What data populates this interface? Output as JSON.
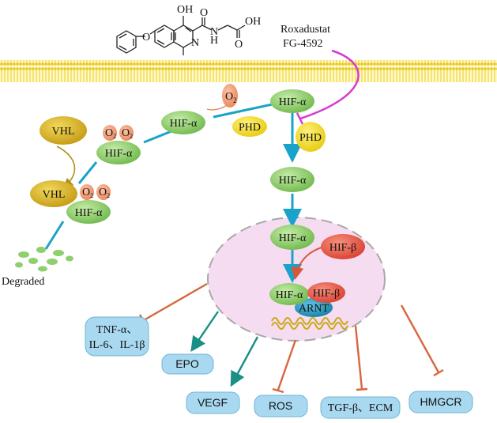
{
  "drug": {
    "name": "Roxadustat",
    "code": "FG-4592",
    "atoms": {
      "oh": "OH",
      "o": "O",
      "n": "N",
      "h": "H"
    }
  },
  "nodes": {
    "hif_alpha": "HIF-α",
    "hif_beta": "HIF-β",
    "vhl": "VHL",
    "phd": "PHD",
    "arnt": "ARNT",
    "o2": "O",
    "o2_sub": "2"
  },
  "degraded": "Degraded",
  "targets": {
    "tnf": {
      "line1": "TNF-α、",
      "line2": "IL-6、IL-1β"
    },
    "epo": "EPO",
    "vegf": "VEGF",
    "ros": "ROS",
    "tgf": "TGF-β、ECM",
    "hmgcr": "HMGCR"
  },
  "colors": {
    "membrane": "#f2de3a",
    "hif_alpha_fill": "#8fcf6e",
    "hif_beta_fill": "#e9574a",
    "vhl_fill": "#d8b425",
    "phd_fill": "#f3dd1c",
    "o2_fill": "#f0a27b",
    "arnt_fill": "#1f9bc1",
    "nucleus_fill": "#f6dcf0",
    "target_box": "#a9d9f0",
    "cyan_arrow": "#1aa3c8",
    "teal_arrow": "#198f86",
    "inhibit_line": "#d7673f",
    "drug_arrow": "#d63ad0"
  }
}
